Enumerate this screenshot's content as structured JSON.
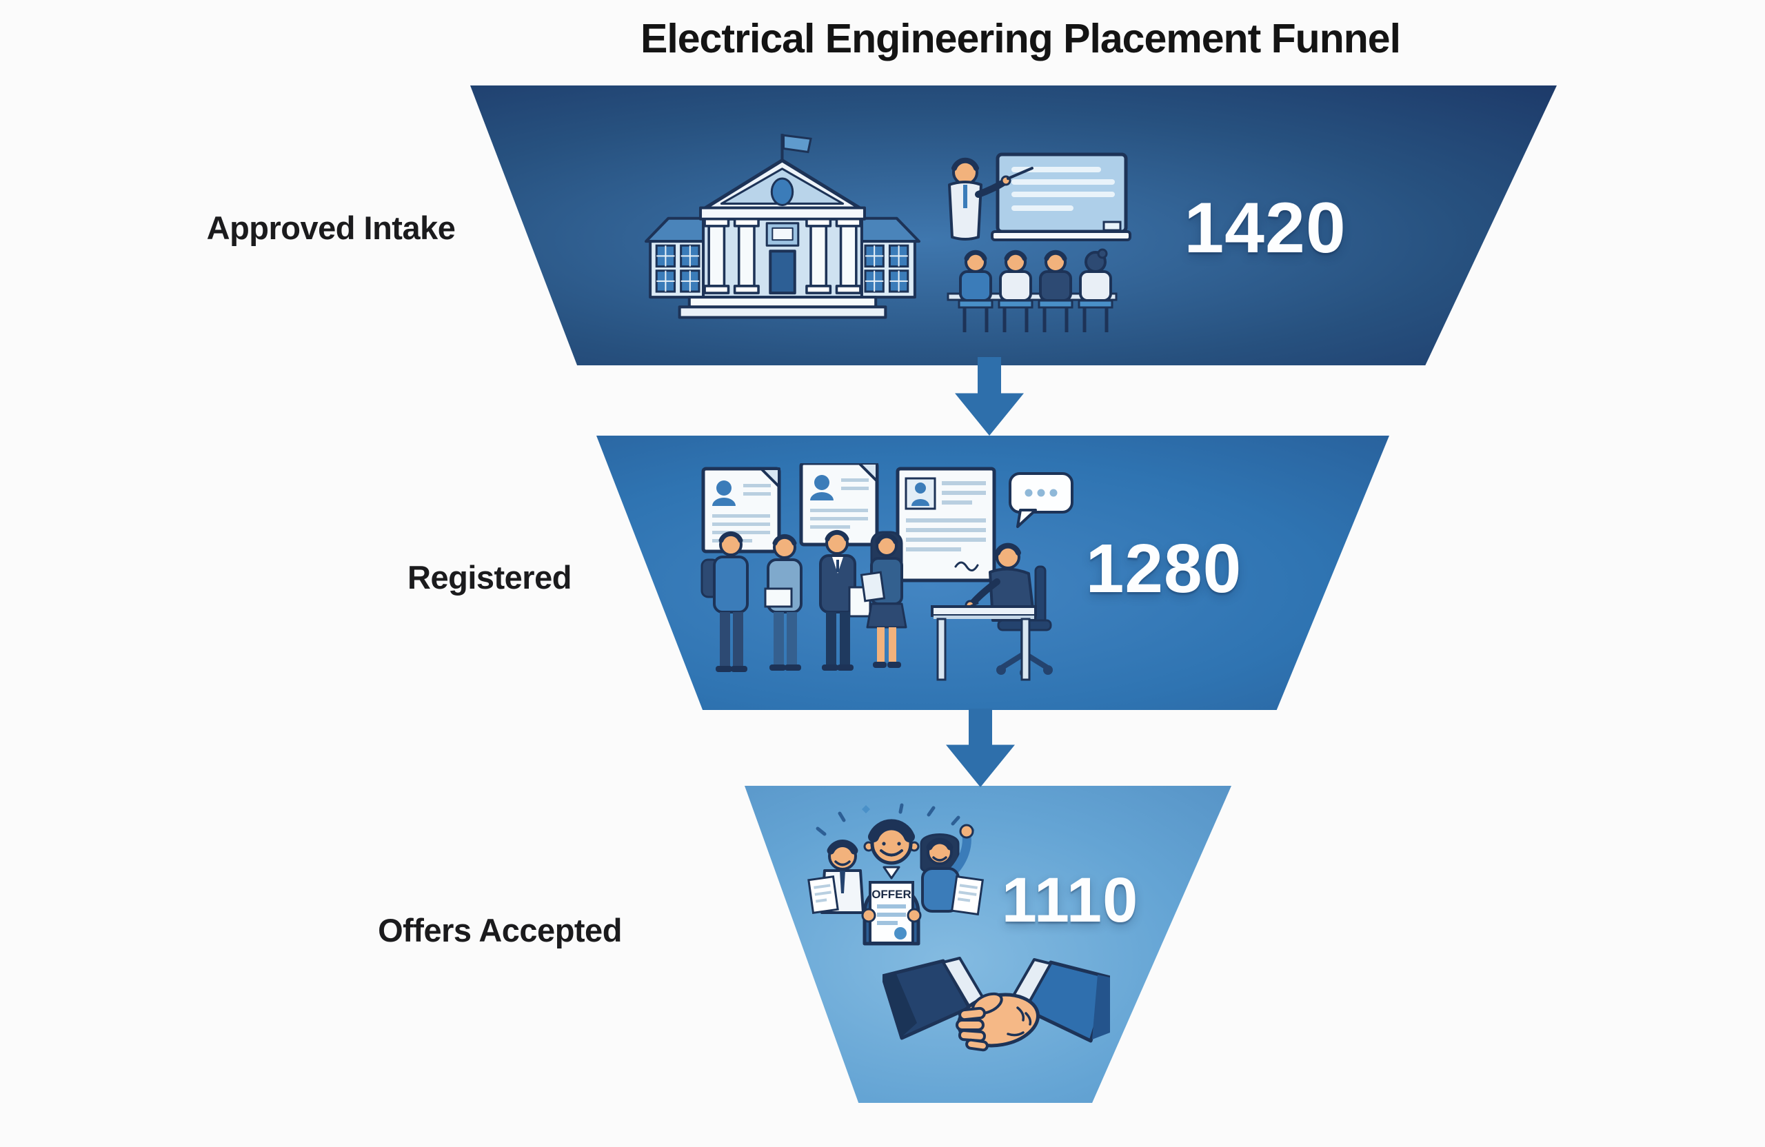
{
  "title": "Electrical Engineering Placement Funnel",
  "chart_data": {
    "type": "funnel",
    "title": "Electrical Engineering Placement Funnel",
    "categories": [
      "Approved Intake",
      "Registered",
      "Offers Accepted"
    ],
    "values": [
      1420,
      1280,
      1110
    ],
    "direction": "top-to-bottom",
    "label_position": "left-of-funnel",
    "value_position": "inside-right",
    "grid": false,
    "legend": false
  },
  "tiers": [
    {
      "label": "Approved Intake",
      "value": "1420",
      "color_light": "#3f77ae",
      "color_main": "#27517f",
      "color_dark": "#1d3a69",
      "icons": [
        "university-building-icon",
        "classroom-lecture-icon"
      ]
    },
    {
      "label": "Registered",
      "value": "1280",
      "color_light": "#4385c2",
      "color_main": "#2f74b2",
      "color_dark": "#29629d",
      "icons": [
        "resume-documents-icon",
        "candidates-queue-icon",
        "interview-desk-icon",
        "chat-bubble-icon"
      ]
    },
    {
      "label": "Offers Accepted",
      "value": "1110",
      "offer_text": "OFFER",
      "color_light": "#84bbe1",
      "color_main": "#64a4d4",
      "color_dark": "#5794c7",
      "icons": [
        "celebrating-candidates-icon",
        "offer-letter-icon",
        "handshake-icon"
      ]
    }
  ],
  "arrow_color": "#2e6fab",
  "text_colors": {
    "title": "#141414",
    "labels": "#1b1b1d",
    "values": "#fdfeff"
  }
}
